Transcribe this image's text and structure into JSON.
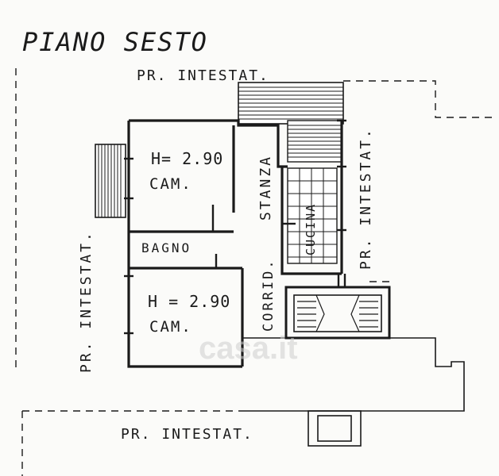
{
  "title": "PIANO SESTO",
  "rooms": {
    "cam_top_height": "H= 2.90",
    "cam_top_name": "CAM.",
    "stanza": "STANZA",
    "cucina": "CUCINA",
    "bagno": "BAGNO",
    "corrid": "CORRID.",
    "cam_bottom_height": "H = 2.90",
    "cam_bottom_name": "CAM."
  },
  "boundaries": {
    "top": "PR. INTESTAT.",
    "left": "PR. INTESTAT.",
    "right": "PR. INTESTAT.",
    "bottom": "PR. INTESTAT."
  },
  "watermark": "casa.it",
  "colors": {
    "ink": "#1a1a1a",
    "paper": "#fbfbf9",
    "watermark": "#cfcfcf"
  }
}
